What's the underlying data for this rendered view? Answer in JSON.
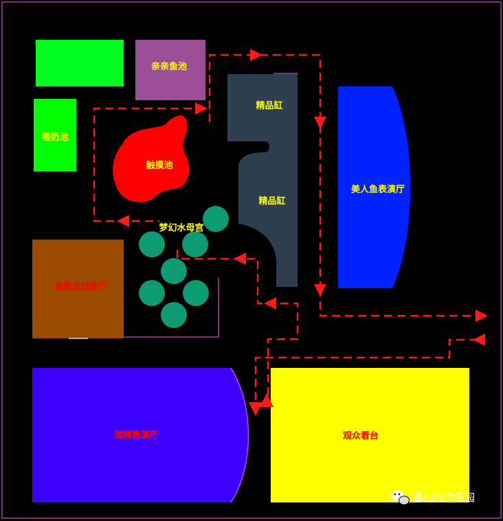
{
  "map": {
    "zones": [
      {
        "key": "green_block",
        "label": "",
        "color": "#00ff1e"
      },
      {
        "key": "touch_fish_pool",
        "label": "亲亲鱼池",
        "color": "#9b4f96",
        "label_color": "#ffff00"
      },
      {
        "key": "feeding_pool",
        "label": "喂奶池",
        "color": "#00ff00",
        "label_color": "#ffff00"
      },
      {
        "key": "touch_pool",
        "label": "触摸池",
        "color": "#ff0000",
        "label_color": "#ffff00"
      },
      {
        "key": "premium_tank_upper",
        "label": "精品缸",
        "color": "#2c3e50",
        "label_color": "#ffff00"
      },
      {
        "key": "premium_tank_lower",
        "label": "精品缸",
        "color": "#2c3e50",
        "label_color": "#ffff00"
      },
      {
        "key": "mermaid_show_hall",
        "label": "美人鱼表演厅",
        "color": "#0022ff",
        "label_color": "#ffff00"
      },
      {
        "key": "jellyfish_palace",
        "label": "梦幻水母宫",
        "color": "#0e9a72",
        "label_color": "#ffff00"
      },
      {
        "key": "undersea_4d_cinema",
        "label": "海底互动影厅",
        "color": "#994c00",
        "label_color": "#ff0000"
      },
      {
        "key": "sea_lion_show_hall",
        "label": "海狮表演厅",
        "color": "#3c00ff",
        "label_color": "#ff0000"
      },
      {
        "key": "audience_stand",
        "label": "观众看台",
        "color": "#ffff00",
        "label_color": "#ff0000"
      }
    ],
    "route_color": "#ff1a1a",
    "border_color": "#b03aa6"
  },
  "watermark": {
    "text": "香山海洋乐园",
    "icon": "wechat-icon"
  }
}
